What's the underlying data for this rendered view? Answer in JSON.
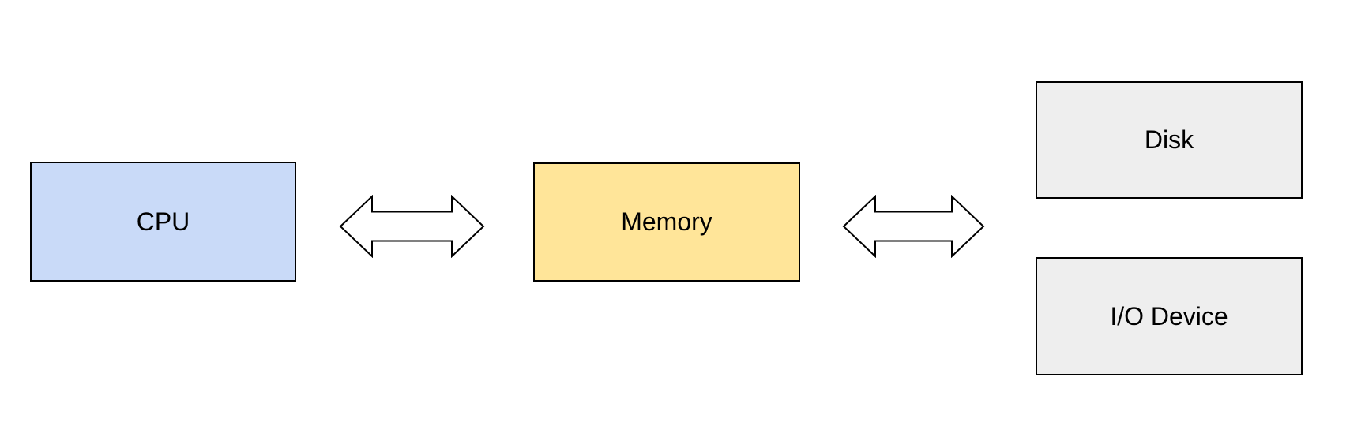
{
  "diagram": {
    "nodes": [
      {
        "id": "cpu",
        "label": "CPU",
        "fill": "#c9daf8"
      },
      {
        "id": "memory",
        "label": "Memory",
        "fill": "#ffe599"
      },
      {
        "id": "disk",
        "label": "Disk",
        "fill": "#eeeeee"
      },
      {
        "id": "io-device",
        "label": "I/O Device",
        "fill": "#eeeeee"
      }
    ],
    "connectors": [
      {
        "id": "cpu-memory",
        "type": "double-headed-arrow",
        "from": "CPU",
        "to": "Memory"
      },
      {
        "id": "memory-peripherals",
        "type": "double-headed-arrow",
        "from": "Memory",
        "to": "Disk / I/O Device"
      }
    ],
    "colors": {
      "background": "#ffffff",
      "node_border": "#000000",
      "node_text": "#000000",
      "cpu_fill": "#c9daf8",
      "memory_fill": "#ffe599",
      "peripheral_fill": "#eeeeee",
      "arrow_fill": "#ffffff",
      "arrow_stroke": "#000000"
    }
  }
}
